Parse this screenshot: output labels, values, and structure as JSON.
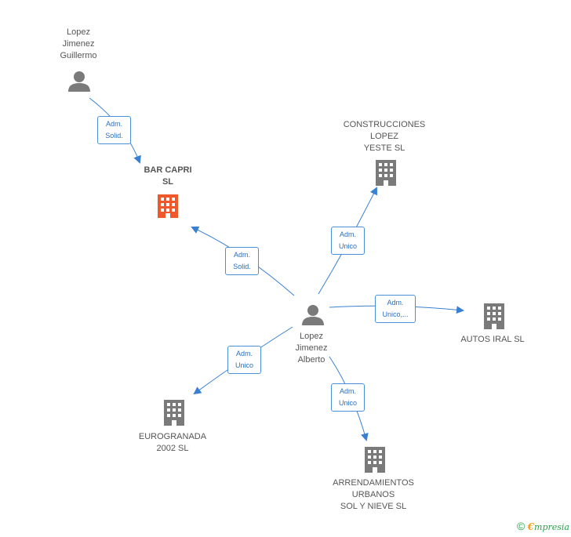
{
  "colors": {
    "edge": "#3a80d2",
    "icon_gray": "#7a7a7a",
    "icon_focus": "#f0582b"
  },
  "nodes": {
    "guillermo": {
      "label": "Lopez\nJimenez\nGuillermo",
      "icon": "person-icon"
    },
    "bar_capri": {
      "label": "BAR CAPRI\nSL",
      "icon": "building-icon"
    },
    "construcciones": {
      "label": "CONSTRUCCIONES\nLOPEZ\nYESTE  SL",
      "icon": "building-icon"
    },
    "alberto": {
      "label": "Lopez\nJimenez\nAlberto",
      "icon": "person-icon"
    },
    "autos_iral": {
      "label": "AUTOS IRAL SL",
      "icon": "building-icon"
    },
    "eurogranada": {
      "label": "EUROGRANADA\n2002  SL",
      "icon": "building-icon"
    },
    "arrendamientos": {
      "label": "ARRENDAMIENTOS\nURBANOS\nSOL Y NIEVE  SL",
      "icon": "building-icon"
    }
  },
  "edges": {
    "guillermo_bar": "Adm.\nSolid.",
    "alberto_bar": "Adm.\nSolid.",
    "alberto_construcciones": "Adm.\nUnico",
    "alberto_autos": "Adm.\nUnico,...",
    "alberto_euro": "Adm.\nUnico",
    "alberto_arrend": "Adm.\nUnico"
  },
  "footer": {
    "copyright": "©",
    "brand_initial": "€",
    "brand_rest": "mpresia"
  }
}
